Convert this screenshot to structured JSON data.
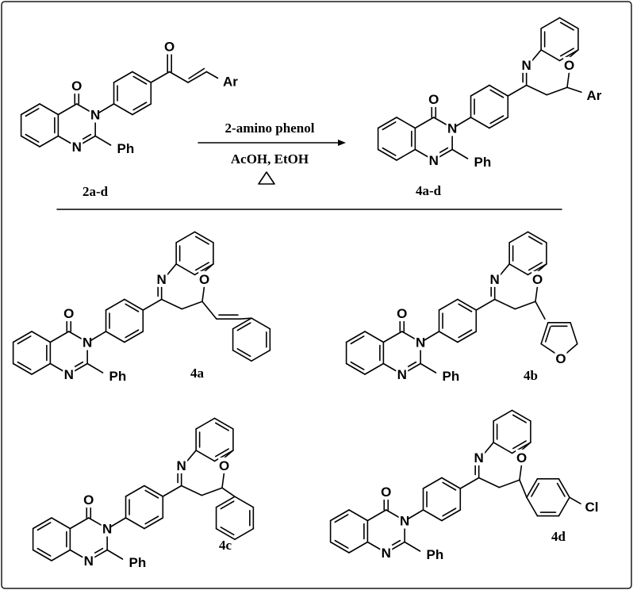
{
  "reaction": {
    "starting_material_label": "2a-d",
    "product_label": "4a-d",
    "reagent_line_1": "2-amino phenol",
    "reagent_line_2": "AcOH, EtOH",
    "heat_symbol": "heat-triangle"
  },
  "atoms": {
    "N": "N",
    "O": "O",
    "Ph": "Ph",
    "Ar": "Ar",
    "Cl": "Cl"
  },
  "compounds": [
    {
      "label": "4a",
      "substituent": "styryl"
    },
    {
      "label": "4b",
      "substituent": "furan-3-yl"
    },
    {
      "label": "4c",
      "substituent": "phenyl"
    },
    {
      "label": "4d",
      "substituent": "4-chlorophenyl"
    }
  ],
  "colors": {
    "ink": "#000000",
    "frame": "#1a1a1a",
    "background": "#ffffff"
  }
}
